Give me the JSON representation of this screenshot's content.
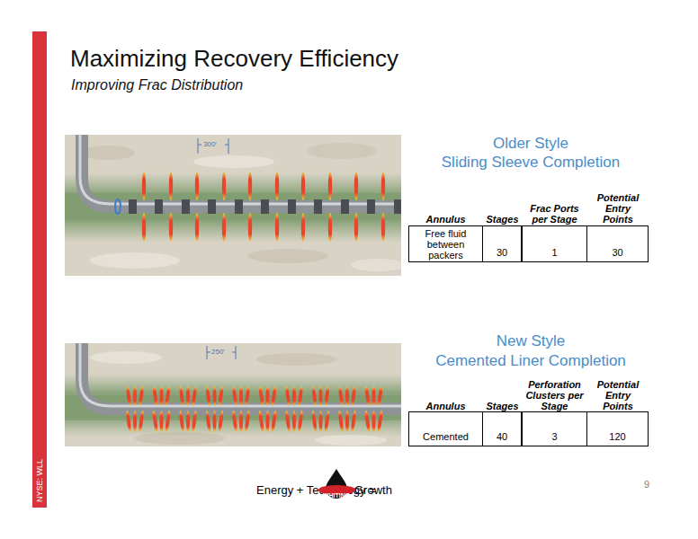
{
  "diagram": {
    "title": "Maximizing Recovery Efficiency",
    "nodes": [
      {
        "text": [
          "WHITING"
        ]
      }
    ],
    "labels": [
      "Improving Frac Distribution",
      "300'",
      "Older Style",
      "Sliding Sleeve Completion",
      "Annulus",
      "Stages",
      "Frac Ports per Stage",
      "Potential Entry Points",
      "Free fluid between packers",
      "30",
      "1",
      "30",
      "250'",
      "New Style",
      "Cemented Liner Completion",
      "Annulus",
      "Stages",
      "Perforation Clusters per Stage",
      "Potential Entry Points",
      "Cemented",
      "40",
      "3",
      "120",
      "Energy + Technology =",
      "Growth",
      "9",
      "NYSE: WLL"
    ]
  }
}
